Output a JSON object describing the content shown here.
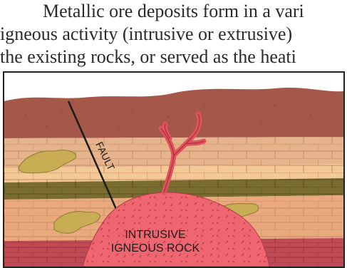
{
  "paragraph": {
    "lines": [
      "Metallic ore deposits form in a vari",
      "igneous activity (intrusive or extrusive)",
      "the existing rocks, or served as the heati"
    ]
  },
  "figure": {
    "fault_label": "FAULT",
    "intrusion_label_line1": "INTRUSIVE",
    "intrusion_label_line2": "IGNEOUS ROCK"
  },
  "colors": {
    "topsoil": "#a5584a",
    "upper_sandstone": "#e6b48c",
    "middle_sandstone": "#f3c996",
    "dark_band": "#7a6b2e",
    "lower_sandstone": "#e9a97c",
    "base_red": "#c04b55",
    "ore_pods": "#c9ad55",
    "intrusion": "#ee6670",
    "vein": "#e0525d",
    "brick_line": "#c48a64"
  }
}
